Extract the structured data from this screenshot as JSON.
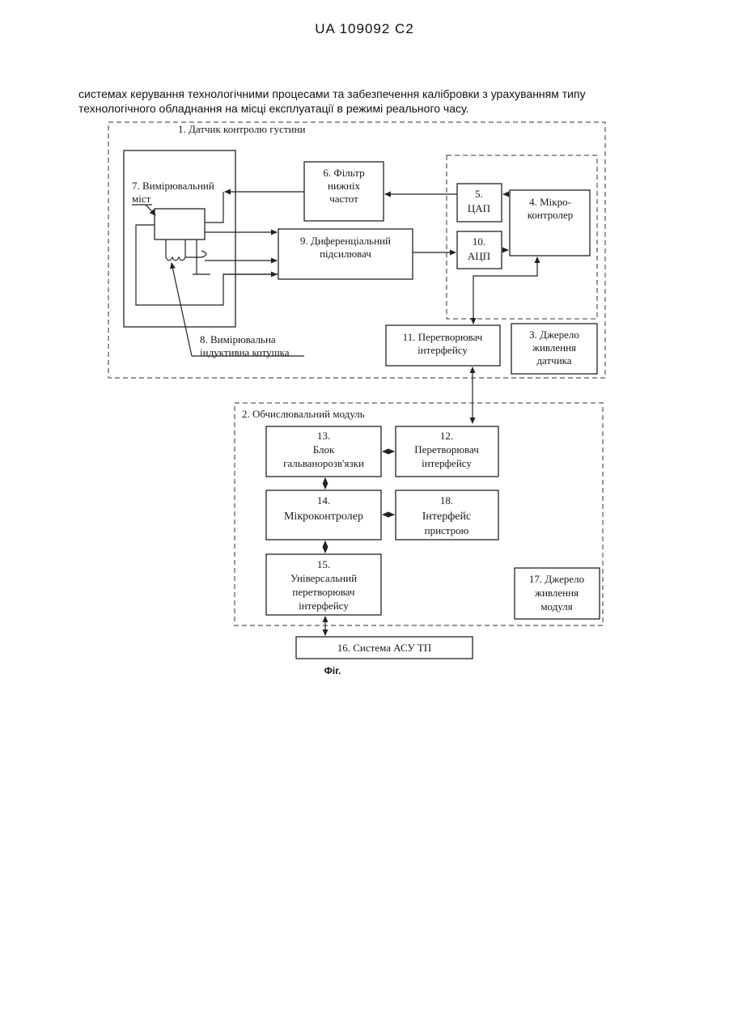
{
  "header": {
    "patent_number": "UA   109092   C2"
  },
  "intro": {
    "line1": "системах керування технологічними процесами та забезпечення калібровки з урахуванням типу",
    "line2": "технологічного обладнання на місці експлуатації в режимі реального часу."
  },
  "diagram": {
    "sensor_group": "1. Датчик контролю густини",
    "compute_group": "2. Обчислювальний модуль",
    "blocks": {
      "b3": [
        "3. Джерело",
        "живлення",
        "датчика"
      ],
      "b4": [
        "4. Мікро-",
        "контролер"
      ],
      "b5": [
        "5.",
        "ЦАП"
      ],
      "b6": [
        "6. Фільтр",
        "нижніх",
        "частот"
      ],
      "b7": [
        "7. Вимірювальний",
        "міст"
      ],
      "b8": [
        "8. Вимірювальна",
        "індуктивна котушка"
      ],
      "b9": [
        "9. Диференціальний",
        "підсилювач"
      ],
      "b10": [
        "10.",
        "АЦП"
      ],
      "b11": [
        "11. Перетворювач",
        "інтерфейсу"
      ],
      "b12": [
        "12.",
        "Перетворювач",
        "інтерфейсу"
      ],
      "b13": [
        "13.",
        "Блок",
        "гальванорозв'язки"
      ],
      "b14": [
        "14.",
        "Мікроконтролер"
      ],
      "b15": [
        "15.",
        "Універсальний",
        "перетворювач",
        "інтерфейсу"
      ],
      "b16": [
        "16. Система АСУ ТП"
      ],
      "b17": [
        "17. Джерело",
        "живлення",
        "модуля"
      ],
      "b18": [
        "18.",
        "Інтерфейс",
        "пристрою"
      ]
    },
    "caption": "Фіг."
  }
}
